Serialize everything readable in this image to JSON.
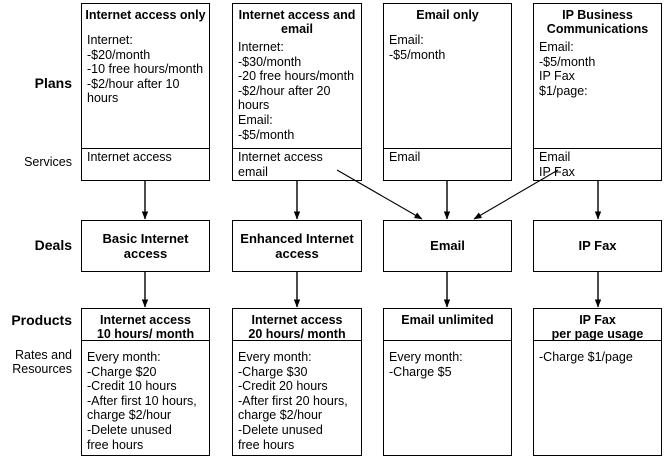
{
  "row_labels": [
    {
      "key": "plans",
      "label": "Plans",
      "bold": true
    },
    {
      "key": "services",
      "label": "Services",
      "bold": false
    },
    {
      "key": "deals",
      "label": "Deals",
      "bold": true
    },
    {
      "key": "products",
      "label": "Products",
      "bold": true
    },
    {
      "key": "rates",
      "label": "Rates and\nResources",
      "bold": false
    }
  ],
  "columns": [
    {
      "plan_title": "Internet access only",
      "plan_details": "Internet:\n-$20/month\n-10 free hours/month\n-$2/hour after 10\n  hours",
      "services": "Internet access",
      "deal": "Basic Internet\naccess",
      "product_title": "Internet access\n10 hours/ month",
      "rates": "Every month:\n-Charge $20\n-Credit 10 hours\n-After first 10 hours,\n charge $2/hour\n-Delete unused\n free hours"
    },
    {
      "plan_title": "Internet access and\nemail",
      "plan_details": "Internet:\n-$30/month\n-20 free hours/month\n-$2/hour after 20\n  hours\nEmail:\n-$5/month",
      "services": "Internet access\nemail",
      "deal": "Enhanced Internet\naccess",
      "product_title": "Internet access\n20 hours/ month",
      "rates": "Every month:\n-Charge $30\n-Credit 20 hours\n-After first 20 hours,\n charge $2/hour\n-Delete unused\n free hours"
    },
    {
      "plan_title": "Email  only",
      "plan_details": "Email:\n-$5/month",
      "services": "Email",
      "deal": "Email",
      "product_title": "Email unlimited",
      "rates": "Every month:\n-Charge $5"
    },
    {
      "plan_title": "IP Business\nCommunications",
      "plan_details": "Email:\n-$5/month\nIP Fax\n$1/page:",
      "services": "Email\nIP Fax",
      "deal": "IP Fax",
      "product_title": "IP Fax\nper page usage",
      "rates": "-Charge $1/page"
    }
  ],
  "colors": {
    "line": "#000000",
    "background": "#ffffff",
    "text": "#000000"
  },
  "connections": [
    {
      "from": "services-col-1",
      "to": "deal-col-1",
      "kind": "vertical"
    },
    {
      "from": "services-col-2",
      "to": "deal-col-2",
      "kind": "vertical"
    },
    {
      "from": "services-col-2",
      "to": "deal-col-3",
      "kind": "diagonal"
    },
    {
      "from": "services-col-3",
      "to": "deal-col-3",
      "kind": "vertical"
    },
    {
      "from": "services-col-4",
      "to": "deal-col-3",
      "kind": "diagonal"
    },
    {
      "from": "services-col-4",
      "to": "deal-col-4",
      "kind": "vertical"
    },
    {
      "from": "deal-col-1",
      "to": "product-col-1",
      "kind": "vertical"
    },
    {
      "from": "deal-col-2",
      "to": "product-col-2",
      "kind": "vertical"
    },
    {
      "from": "deal-col-3",
      "to": "product-col-3",
      "kind": "vertical"
    },
    {
      "from": "deal-col-4",
      "to": "product-col-4",
      "kind": "vertical"
    }
  ]
}
